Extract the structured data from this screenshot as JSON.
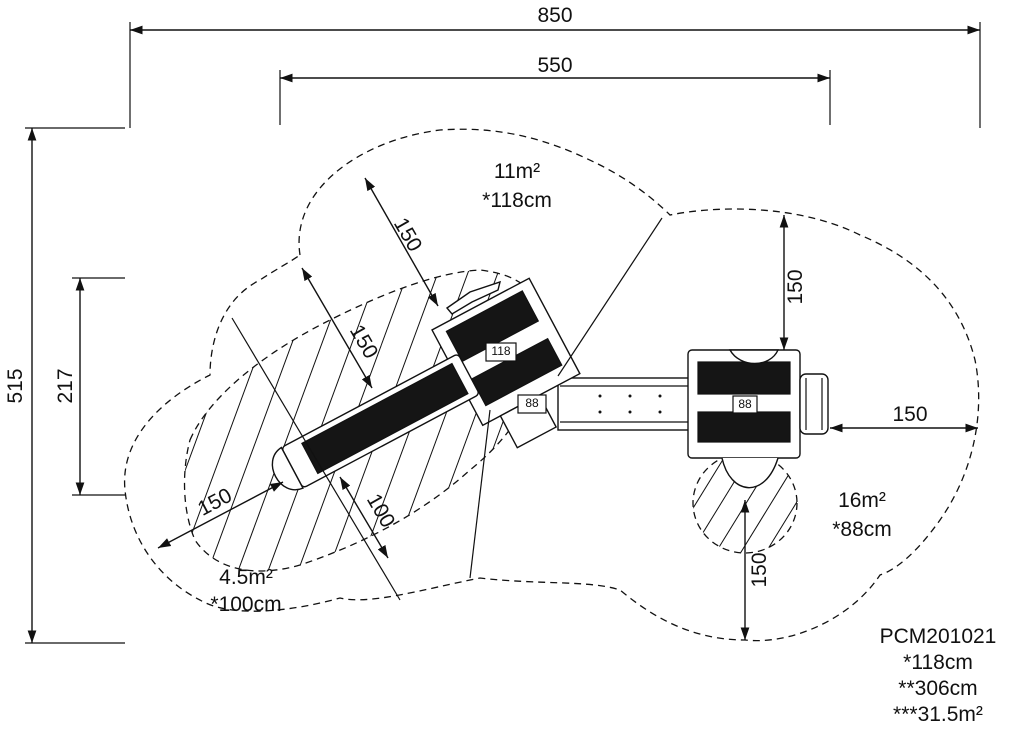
{
  "dimensions": {
    "overall_width": "850",
    "inner_width": "550",
    "overall_height": "515",
    "hatched_height": "217",
    "clearance_a": "150",
    "clearance_b": "150",
    "clearance_c": "150",
    "clearance_d": "150",
    "clearance_e": "150",
    "clearance_f": "150",
    "slide_offset": "100"
  },
  "zones": {
    "top": {
      "area": "11m²",
      "height": "*118cm"
    },
    "right": {
      "area": "16m²",
      "height": "*88cm"
    },
    "left": {
      "area": "4.5m²",
      "height": "*100cm"
    }
  },
  "platform_tags": {
    "tower_high": "118",
    "tower_mid": "88",
    "tower_right": "88"
  },
  "model": {
    "code": "PCM201021",
    "max_height": "*118cm",
    "perimeter": "**306cm",
    "area": "***31.5m²"
  }
}
